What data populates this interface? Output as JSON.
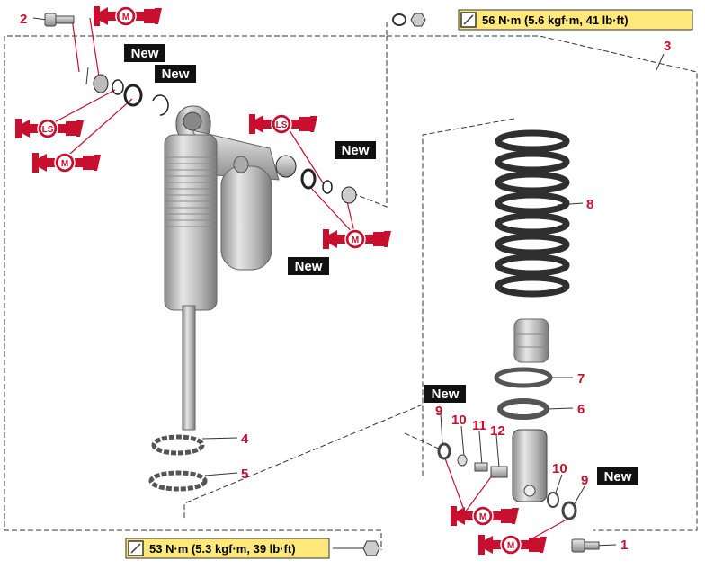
{
  "colors": {
    "red": "#c8102e",
    "torque_bg": "#ffe97a",
    "new_bg": "#111111"
  },
  "badges": {
    "new": "New",
    "moly": "M",
    "lithium": "LS"
  },
  "torque": {
    "top": "56 N·m (5.6 kgf·m, 41 lb·ft)",
    "bottom": "53 N·m (5.3 kgf·m, 39 lb·ft)"
  },
  "callouts": {
    "c1": "1",
    "c2": "2",
    "c3": "3",
    "c4": "4",
    "c5": "5",
    "c6": "6",
    "c7": "7",
    "c8": "8",
    "c9a": "9",
    "c9b": "9",
    "c10a": "10",
    "c10b": "10",
    "c11": "11",
    "c12": "12"
  },
  "icons": [
    "wrench-icon",
    "moly-grease-icon",
    "lithium-grease-icon"
  ]
}
